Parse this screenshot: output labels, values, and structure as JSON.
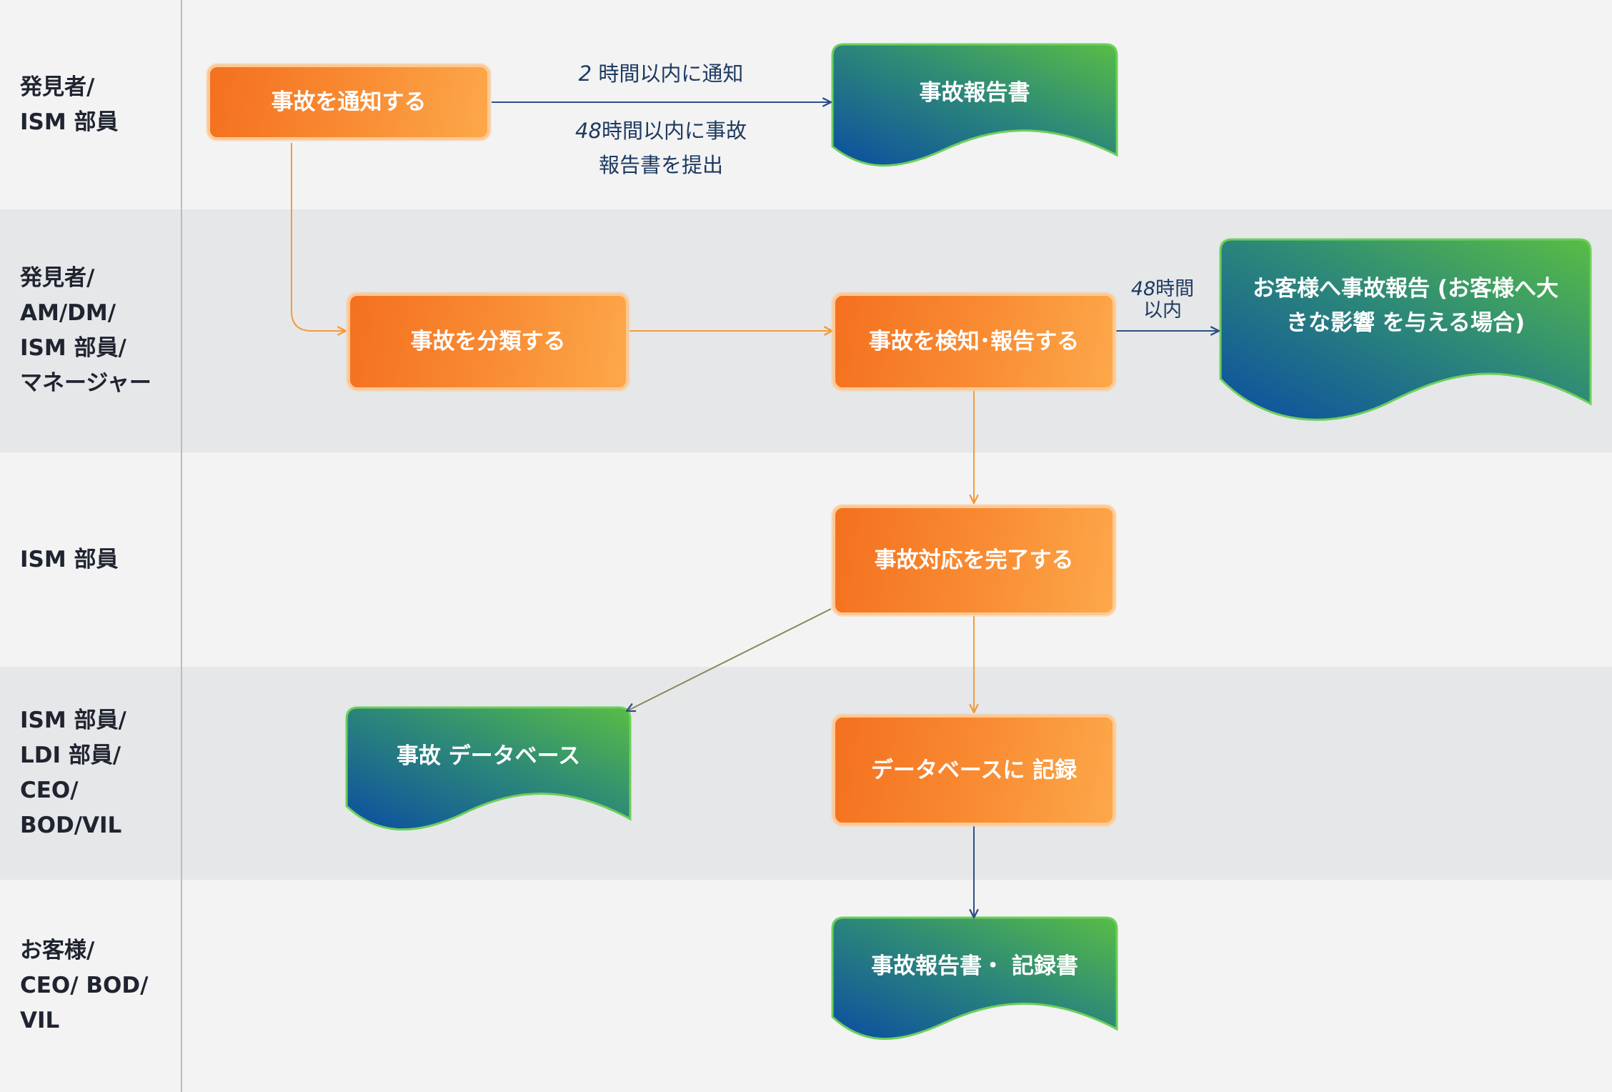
{
  "lanes": [
    {
      "id": "lane-1",
      "label_lines": [
        "発見者/",
        "ISM 部員"
      ]
    },
    {
      "id": "lane-2",
      "label_lines": [
        "発見者/",
        "AM/DM/",
        "ISM 部員/",
        "マネージャー"
      ]
    },
    {
      "id": "lane-3",
      "label_lines": [
        "ISM 部員"
      ]
    },
    {
      "id": "lane-4",
      "label_lines": [
        "ISM 部員/",
        "LDI 部員/",
        "CEO/",
        "BOD/VIL"
      ]
    },
    {
      "id": "lane-5",
      "label_lines": [
        "お客様/",
        "CEO/ BOD/",
        "VIL"
      ]
    }
  ],
  "nodes": {
    "notify": "事故を通知する",
    "classify": "事故を分類する",
    "detect_report": "事故を検知･報告する",
    "complete": "事故対応を完了する",
    "record_db": "データベースに 記録"
  },
  "documents": {
    "incident_report": [
      "事故報告書"
    ],
    "customer_report": [
      "お客様へ事故報告 (お客様へ大",
      "きな影響 を与える場合)"
    ],
    "incident_db": [
      "事故 データベース"
    ],
    "report_record": [
      "事故報告書・ 記録書"
    ]
  },
  "edge_labels": {
    "notify_top": {
      "num": "2",
      "text": " 時間以内に通知"
    },
    "notify_bottom": {
      "line1_num": "48",
      "line1_text": "時間以内に事故",
      "line2": "報告書を提出"
    },
    "detect_to_customer": {
      "line1_num": "48",
      "line1_text": "時間",
      "line2": "以内"
    }
  },
  "colors": {
    "process_orange": "#f4701f",
    "process_light": "#fca84a",
    "doc_blue": "#0b4da2",
    "doc_green": "#52bb47",
    "arrow_blue": "#2d4e86",
    "arrow_orange": "#f59a3a",
    "lane_light": "#f3f3f4",
    "lane_dark": "#e6e7e9"
  }
}
